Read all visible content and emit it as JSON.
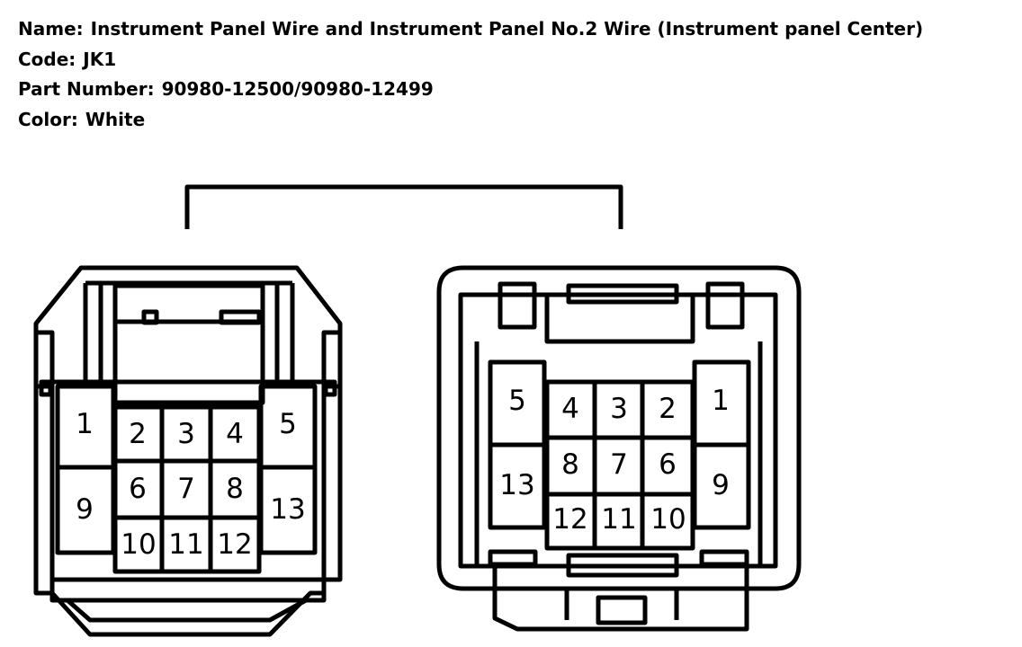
{
  "info": {
    "name_label": "Name:",
    "name_value": "Instrument Panel Wire and Instrument Panel No.2 Wire (Instrument panel Center)",
    "code_label": "Code:",
    "code_value": "JK1",
    "part_label": "Part Number:",
    "part_value": "90980-12500/90980-12499",
    "color_label": "Color:",
    "color_value": "White"
  },
  "connectors": {
    "left": {
      "pins": [
        "1",
        "2",
        "3",
        "4",
        "5",
        "6",
        "7",
        "8",
        "9",
        "10",
        "11",
        "12",
        "13"
      ]
    },
    "right": {
      "pins": [
        "1",
        "2",
        "3",
        "4",
        "5",
        "6",
        "7",
        "8",
        "9",
        "10",
        "11",
        "12",
        "13"
      ]
    }
  }
}
